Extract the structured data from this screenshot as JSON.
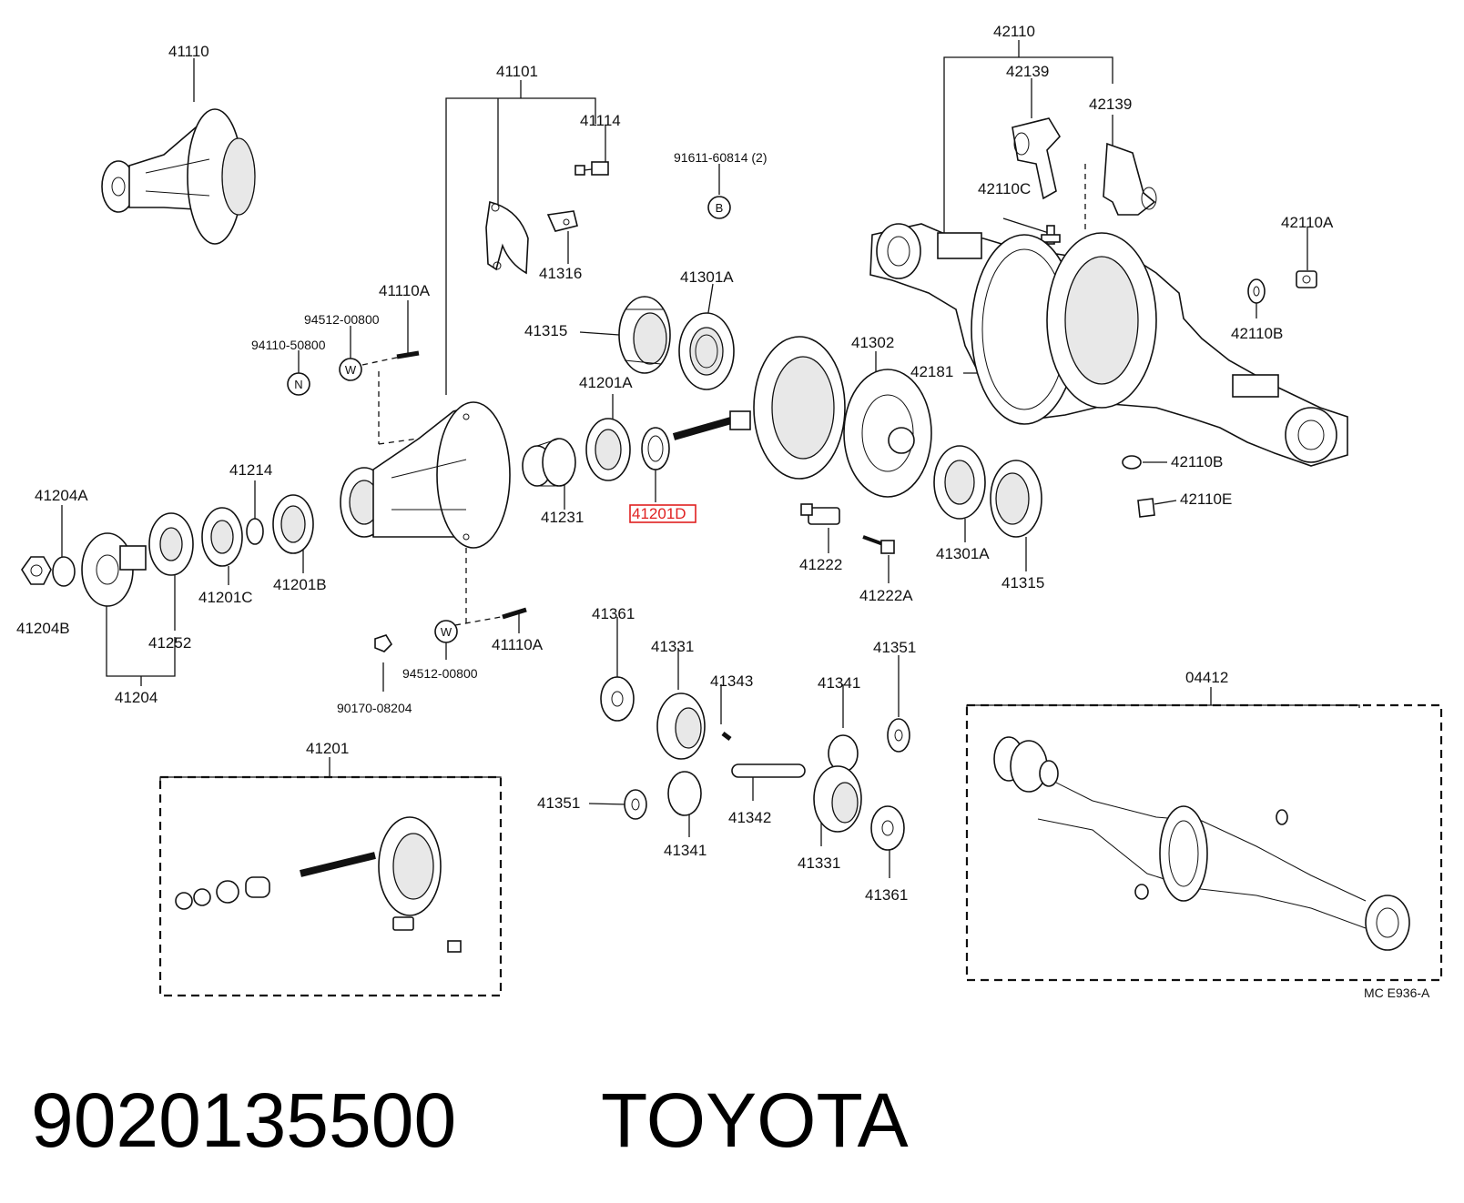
{
  "callouts": {
    "c41110": "41110",
    "c41101": "41101",
    "c41114": "41114",
    "c91611": "91611-60814 (2)",
    "c42110": "42110",
    "c42139a": "42139",
    "c42139b": "42139",
    "c42110c": "42110C",
    "c42110a_r": "42110A",
    "c41316": "41316",
    "c41301a_top": "41301A",
    "c41315_top": "41315",
    "c41110a_top": "41110A",
    "c94512_top": "94512-00800",
    "c94110": "94110-50800",
    "c41201a": "41201A",
    "c41302": "41302",
    "c42181": "42181",
    "c42110b_top": "42110B",
    "c42110b_mid": "42110B",
    "c42110e": "42110E",
    "c41214": "41214",
    "c41204a": "41204A",
    "c41231": "41231",
    "c41201d": "41201D",
    "c41222": "41222",
    "c41222a": "41222A",
    "c41301a_bot": "41301A",
    "c41315_bot": "41315",
    "c41201c": "41201C",
    "c41201b": "41201B",
    "c41252": "41252",
    "c41204b": "41204B",
    "c41204": "41204",
    "c94512_bot": "94512-00800",
    "c41110a_bot": "41110A",
    "c90170": "90170-08204",
    "c41361_top": "41361",
    "c41331_top": "41331",
    "c41343": "41343",
    "c41341_top": "41341",
    "c41351_top": "41351",
    "c04412": "04412",
    "c41201": "41201",
    "c41351_bot": "41351",
    "c41341_bot": "41341",
    "c41342": "41342",
    "c41331_bot": "41331",
    "c41361_bot": "41361",
    "ref_code": "MC  E936-A"
  },
  "symbols": {
    "b": "B",
    "w_top": "W",
    "w_bot": "W",
    "n": "N"
  },
  "highlight": {
    "part_number": "41201D",
    "color": "#e02020"
  },
  "footer": {
    "part_number": "9020135500",
    "brand": "TOYOTA"
  }
}
